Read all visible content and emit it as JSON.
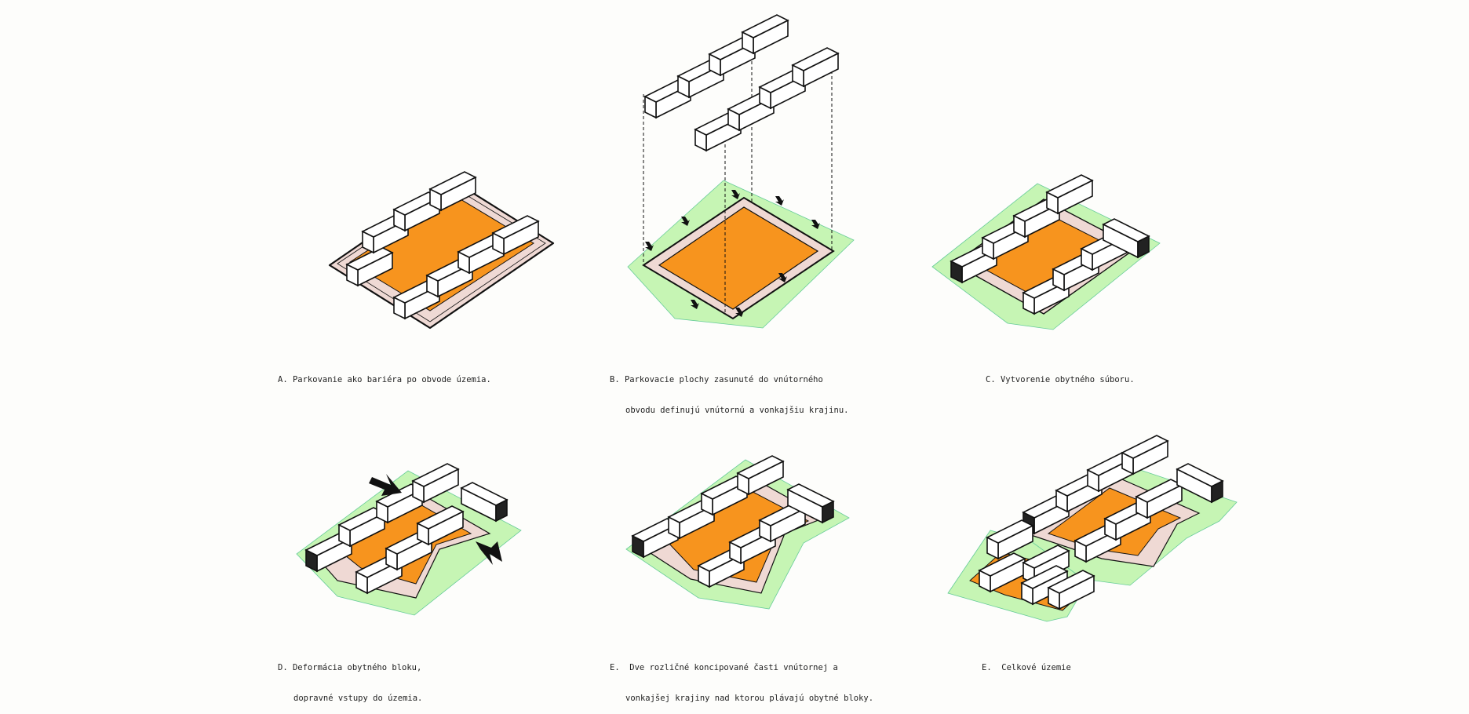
{
  "colors": {
    "courtyard": "#f7941e",
    "green": "#c6f5b4",
    "parking": "#efd9d4",
    "outline": "#111111",
    "building_top": "#ffffff",
    "building_dark": "#222222"
  },
  "icons": [
    "arrow-icon",
    "building-block"
  ],
  "captions": [
    {
      "id": "A",
      "line1": "A. Parkovanie ako bariéra po obvode územia.",
      "line2": ""
    },
    {
      "id": "B",
      "line1": "B. Parkovacie plochy zasunuté do vnútorného",
      "line2": "obvodu definujú vnútornú a vonkajšiu krajinu."
    },
    {
      "id": "C",
      "line1": "C. Vytvorenie obytného súboru.",
      "line2": ""
    },
    {
      "id": "D",
      "line1": "D. Deformácia obytného bloku,",
      "line2": "dopravné vstupy do územia."
    },
    {
      "id": "E1",
      "line1": "E.  Dve rozličné koncipované časti vnútornej a",
      "line2": "vonkajšej krajiny nad ktorou plávajú obytné bloky."
    },
    {
      "id": "E2",
      "line1": "E.  Celkové územie",
      "line2": ""
    }
  ]
}
